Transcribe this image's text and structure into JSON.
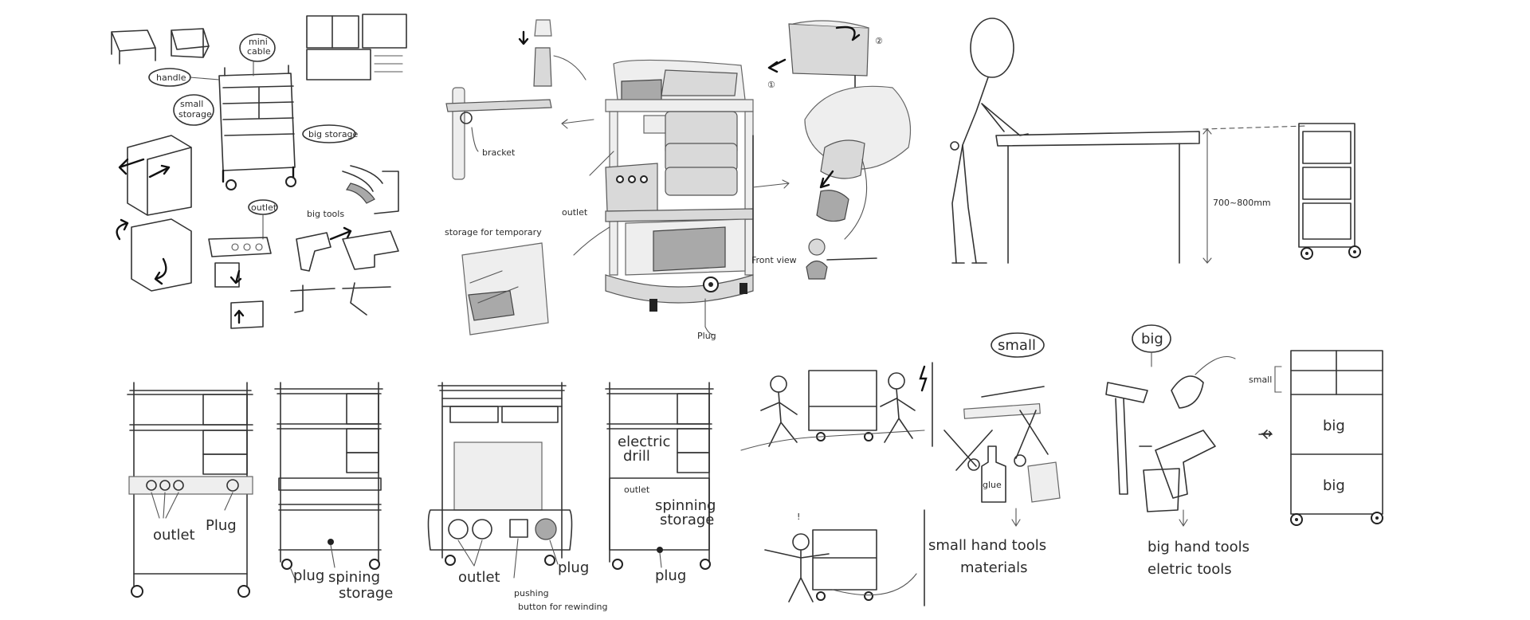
{
  "panel_sketch_1": {
    "label_handle": "handle",
    "label_mini_cable": "mini\ncable",
    "label_small_storage": "small\nstorage",
    "label_big_storage": "big storage",
    "label_outlet": "outlet",
    "label_big_tools": "big tools"
  },
  "panel_render": {
    "label_bracket": "bracket",
    "label_storage_temporary": "storage for temporary",
    "label_outlet": "outlet",
    "label_plug": "Plug",
    "label_front_view": "Front view",
    "step_1": "①",
    "step_2": "②"
  },
  "panel_height": {
    "label_dimension": "700~800mm"
  },
  "panel_row2_a": {
    "label_outlet": "outlet",
    "label_plug": "Plug"
  },
  "panel_row2_b": {
    "label_plug": "plug",
    "label_spining_storage": "spining\nstorage"
  },
  "panel_row2_c": {
    "label_outlet": "outlet",
    "label_plug": "plug",
    "label_pushing_button": "pushing\nbutton for rewinding"
  },
  "panel_row2_d": {
    "label_electric_drill": "electric\ndrill",
    "label_outlet": "outlet",
    "label_spinning_storage": "spinning\nstorage",
    "label_plug": "plug"
  },
  "panel_tools": {
    "label_small": "small",
    "label_big": "big",
    "label_glue": "glue",
    "caption_small_line1": "small hand tools",
    "caption_small_line2": "materials",
    "caption_big_line1": "big hand tools",
    "caption_big_line2": "eletric tools"
  },
  "panel_storage_plan": {
    "label_small": "small",
    "label_big_1": "big",
    "label_big_2": "big"
  }
}
